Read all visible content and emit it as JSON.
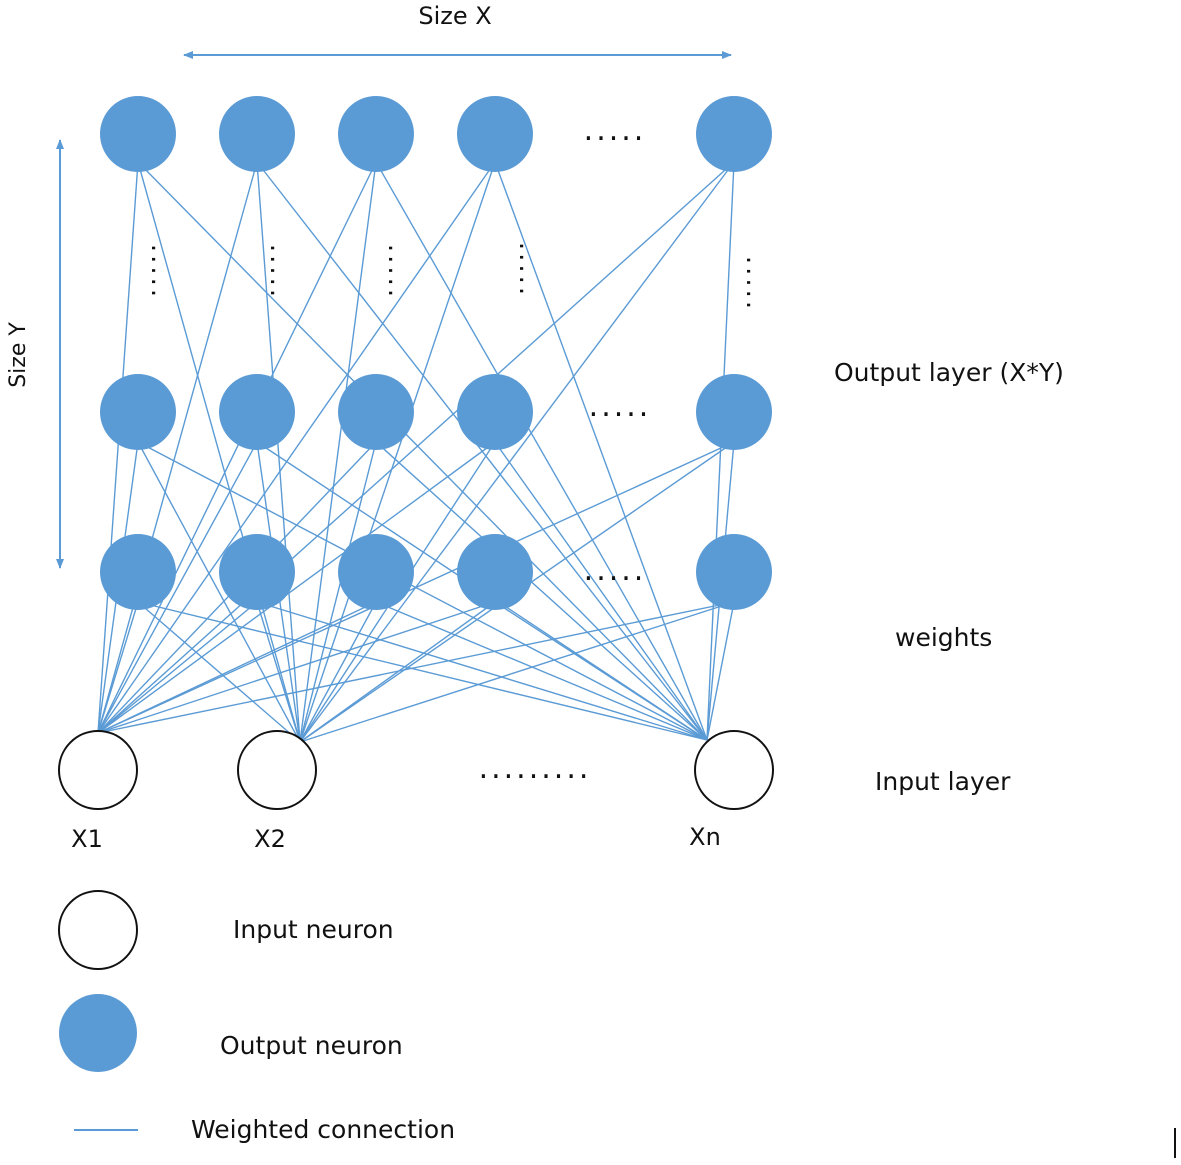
{
  "labels": {
    "size_x": "Size X",
    "size_y": "Size Y",
    "output_layer": "Output layer (X*Y)",
    "weights": "weights",
    "input_layer": "Input layer"
  },
  "inputs": [
    "X1",
    "X2",
    "Xn"
  ],
  "legend": {
    "input_neuron": "Input neuron",
    "output_neuron": "Output neuron",
    "weighted_connection": "Weighted connection"
  },
  "ellipsis": {
    "row": ".....",
    "input": ".........",
    "column": "....."
  },
  "colors": {
    "neuron_fill": "#5b9bd5",
    "connection": "#5b9bd5",
    "arrow": "#5b9bd5",
    "input_stroke": "#111111"
  }
}
